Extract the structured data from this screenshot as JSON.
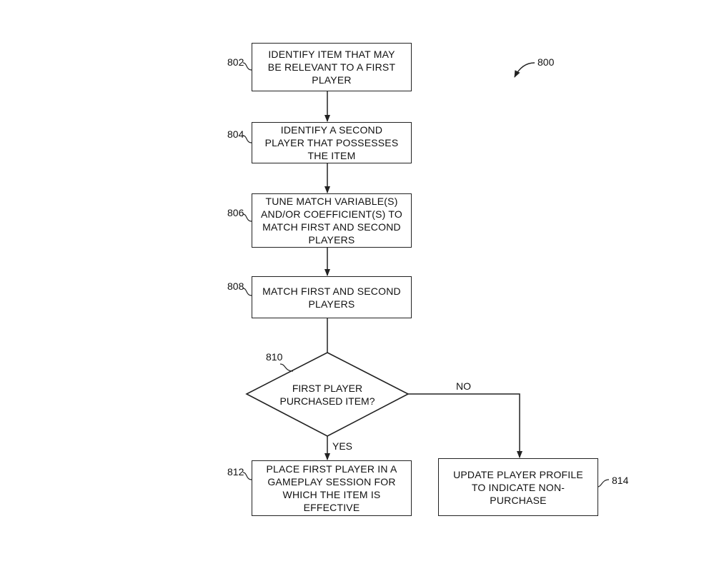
{
  "figure_ref": "800",
  "steps": [
    {
      "ref": "802",
      "text": "IDENTIFY ITEM THAT MAY\nBE RELEVANT TO A FIRST\nPLAYER"
    },
    {
      "ref": "804",
      "text": "IDENTIFY A SECOND\nPLAYER THAT POSSESSES\nTHE ITEM"
    },
    {
      "ref": "806",
      "text": "TUNE MATCH VARIABLE(S)\nAND/OR COEFFICIENT(S) TO\nMATCH FIRST AND SECOND\nPLAYERS"
    },
    {
      "ref": "808",
      "text": "MATCH FIRST AND SECOND\nPLAYERS"
    }
  ],
  "decision": {
    "ref": "810",
    "text": "FIRST PLAYER\nPURCHASED ITEM?"
  },
  "branches": {
    "yes_label": "YES",
    "no_label": "NO"
  },
  "outcomes": [
    {
      "ref": "812",
      "text": "PLACE FIRST PLAYER IN A\nGAMEPLAY SESSION FOR\nWHICH THE ITEM IS\nEFFECTIVE"
    },
    {
      "ref": "814",
      "text": "UPDATE PLAYER PROFILE\nTO INDICATE NON-\nPURCHASE"
    }
  ]
}
